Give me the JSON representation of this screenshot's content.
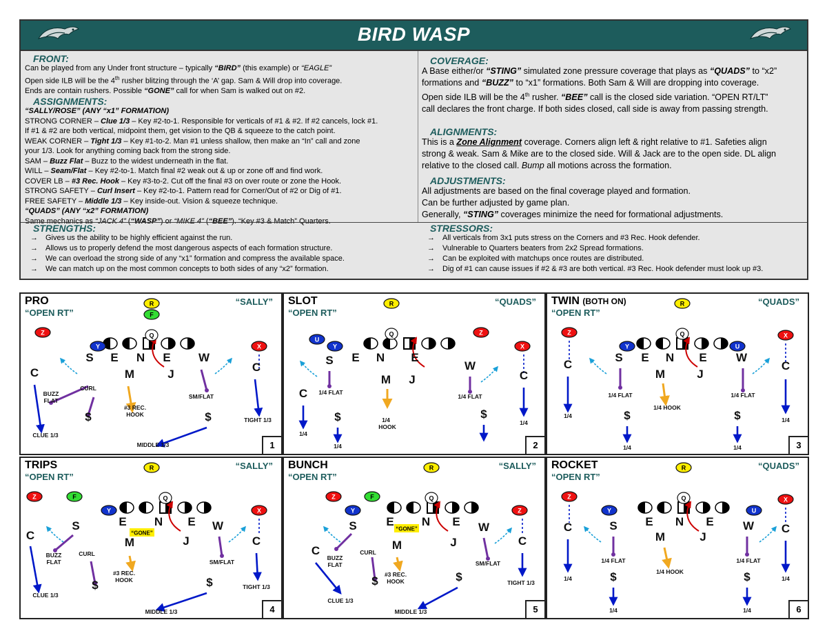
{
  "title": "BIRD WASP",
  "front": {
    "heading": "FRONT:",
    "lines": [
      [
        {
          "t": "Can be played from any Under front structure – typically "
        },
        {
          "t": "“BIRD”",
          "s": "bi"
        },
        {
          "t": " (this example) or "
        },
        {
          "t": "“EAGLE”",
          "s": "i"
        }
      ],
      [
        {
          "t": "Open side ILB will be the 4"
        },
        {
          "t": "th",
          "s": "sup"
        },
        {
          "t": " rusher blitzing through the ‘A’ gap. Sam & Will drop into coverage."
        }
      ],
      [
        {
          "t": "Ends are contain rushers. Possible "
        },
        {
          "t": "“GONE”",
          "s": "bi"
        },
        {
          "t": " call for when Sam is walked out on #2."
        }
      ]
    ]
  },
  "assignments": {
    "heading": "ASSIGNMENTS:",
    "lines": [
      [
        {
          "t": "“SALLY/ROSE” (ANY “x1” FORMATION)",
          "s": "bi"
        }
      ],
      [
        {
          "t": "STRONG CORNER – "
        },
        {
          "t": "Clue 1/3",
          "s": "bi"
        },
        {
          "t": " – Key #2-to-1. Responsible for verticals of #1 & #2. If #2 cancels, lock #1."
        }
      ],
      [
        {
          "t": "If #1 & #2 are both vertical, midpoint them, get vision to the QB & squeeze to the catch point."
        }
      ],
      [
        {
          "t": "WEAK CORNER – "
        },
        {
          "t": "Tight 1/3",
          "s": "bi"
        },
        {
          "t": " – Key #1-to-2. Man #1 unless shallow, then make an “In” call and zone"
        }
      ],
      [
        {
          "t": "your 1/3. Look for anything coming back from the strong side."
        }
      ],
      [
        {
          "t": "SAM – "
        },
        {
          "t": "Buzz Flat",
          "s": "bi"
        },
        {
          "t": " – Buzz to the widest underneath in the flat."
        }
      ],
      [
        {
          "t": "WILL – "
        },
        {
          "t": "Seam/Flat",
          "s": "bi"
        },
        {
          "t": " – Key #2-to-1. Match final #2 weak out & up or zone off and find work."
        }
      ],
      [
        {
          "t": "COVER LB – "
        },
        {
          "t": "#3 Rec. Hook",
          "s": "bi"
        },
        {
          "t": " – Key #3-to-2. Cut off the final #3 on over route or zone the Hook."
        }
      ],
      [
        {
          "t": "STRONG SAFETY – "
        },
        {
          "t": "Curl Insert",
          "s": "bi"
        },
        {
          "t": " – Key #2-to-1. Pattern read for Corner/Out of #2 or Dig of #1."
        }
      ],
      [
        {
          "t": "FREE SAFETY – "
        },
        {
          "t": "Middle 1/3",
          "s": "bi"
        },
        {
          "t": " – Key inside-out. Vision & squeeze technique."
        }
      ],
      [
        {
          "t": "“QUADS” (ANY “x2” FORMATION)",
          "s": "bi"
        }
      ],
      [
        {
          "t": "Same mechanics as "
        },
        {
          "t": "“JACK 4”",
          "s": "i"
        },
        {
          "t": " ("
        },
        {
          "t": "“WASP”",
          "s": "bi"
        },
        {
          "t": ") or "
        },
        {
          "t": "“MIKE 4”",
          "s": "i"
        },
        {
          "t": " ("
        },
        {
          "t": "“BEE”",
          "s": "bi"
        },
        {
          "t": "). “Key #3 & Match” Quarters."
        }
      ]
    ]
  },
  "coverage": {
    "heading": "COVERAGE:",
    "lines": [
      [
        {
          "t": "A Base either/or "
        },
        {
          "t": "“STING”",
          "s": "bi"
        },
        {
          "t": " simulated zone pressure coverage that plays as "
        },
        {
          "t": "“QUADS”",
          "s": "bi"
        },
        {
          "t": " to “x2”"
        }
      ],
      [
        {
          "t": "formations and "
        },
        {
          "t": "“BUZZ”",
          "s": "bi"
        },
        {
          "t": " to “x1” formations. Both Sam & Will are dropping into coverage."
        }
      ],
      [
        {
          "t": "Open side ILB will be the 4"
        },
        {
          "t": "th",
          "s": "sup"
        },
        {
          "t": " rusher. "
        },
        {
          "t": "“BEE”",
          "s": "bi"
        },
        {
          "t": " call is the closed side variation. “OPEN RT/LT”"
        }
      ],
      [
        {
          "t": "call declares the front charge. If both sides closed, call side is away from passing strength."
        }
      ]
    ]
  },
  "alignments": {
    "heading": "ALIGNMENTS:",
    "lines": [
      [
        {
          "t": "This is a "
        },
        {
          "t": "Zone Alignment",
          "s": "biu"
        },
        {
          "t": " coverage. Corners align left & right relative to #1. Safeties align"
        }
      ],
      [
        {
          "t": "strong & weak. Sam & Mike are to the closed side. Will & Jack are to the open side. DL align"
        }
      ],
      [
        {
          "t": "relative to the closed call. "
        },
        {
          "t": "Bump",
          "s": "i"
        },
        {
          "t": " all motions across the formation."
        }
      ]
    ]
  },
  "adjustments": {
    "heading": "ADJUSTMENTS:",
    "lines": [
      [
        {
          "t": "All adjustments are based on the final coverage played and formation."
        }
      ],
      [
        {
          "t": "Can be further adjusted by game plan."
        }
      ],
      [
        {
          "t": "Generally, "
        },
        {
          "t": "“STING”",
          "s": "bi"
        },
        {
          "t": " coverages minimize the need for formational adjustments."
        }
      ]
    ]
  },
  "strengths": {
    "heading": "STRENGTHS:",
    "items": [
      "Gives us the ability to be highly efficient against the run.",
      "Allows us to properly defend the most dangerous aspects of each formation structure.",
      "We can overload the strong side of any “x1” formation and compress the available space.",
      "We can match up on the most common concepts to both sides of any “x2” formation."
    ]
  },
  "stressors": {
    "heading": "STRESSORS:",
    "items": [
      "All verticals from 3x1 puts stress on the Corners and #3 Rec. Hook defender.",
      "Vulnerable to Quarters beaters from 2x2 Spread formations.",
      "Can be exploited with matchups once routes are distributed.",
      "Dig of #1 can cause issues if #2 & #3 are both vertical. #3 Rec. Hook defender must look up #3."
    ]
  },
  "bullet_glyph": "→",
  "colors": {
    "banner": "#1d5c5c",
    "heading": "#1d5c5c",
    "route": "#0018c8",
    "rush": "#cc0000",
    "purple": "#7030a0",
    "hook": "#f0a820",
    "cyan": "#1aa0d8"
  },
  "panels": [
    {
      "name": "PRO",
      "sub": "",
      "call": "“OPEN RT”",
      "cov": "“SALLY”",
      "num": "1",
      "recv": [
        {
          "l": "R",
          "c": "yellow"
        },
        {
          "l": "F",
          "c": "green"
        },
        {
          "l": "Z",
          "c": "red"
        },
        {
          "l": "X",
          "c": "red"
        },
        {
          "l": "Y",
          "c": "blue"
        },
        {
          "l": "Q",
          "c": "white"
        }
      ],
      "def": [
        "S",
        "E",
        "N",
        "E",
        "W",
        "C",
        "M",
        "J",
        "C",
        "$",
        "$"
      ],
      "labels": [
        "BUZZ",
        "FLAT",
        "CURL",
        "#3 REC.",
        "HOOK",
        "SM/FLAT",
        "TIGHT 1/3",
        "CLUE 1/3",
        "MIDDLE 1/3"
      ],
      "gone": ""
    },
    {
      "name": "SLOT",
      "sub": "",
      "call": "“OPEN RT”",
      "cov": "“QUADS”",
      "num": "2",
      "recv": [
        {
          "l": "R",
          "c": "yellow"
        },
        {
          "l": "Z",
          "c": "red"
        },
        {
          "l": "X",
          "c": "red"
        },
        {
          "l": "U",
          "c": "blue"
        },
        {
          "l": "Y",
          "c": "blue"
        },
        {
          "l": "Q",
          "c": "white"
        }
      ],
      "def": [
        "S",
        "E",
        "N",
        "E",
        "W",
        "M",
        "J",
        "C",
        "C",
        "$",
        "$"
      ],
      "labels": [
        "1/4 FLAT",
        "1/4",
        "HOOK",
        "1/4 FLAT",
        "1/4",
        "1/4",
        "1/4"
      ],
      "gone": ""
    },
    {
      "name": "TWIN",
      "sub": "(BOTH ON)",
      "call": "“OPEN RT”",
      "cov": "“QUADS”",
      "num": "3",
      "recv": [
        {
          "l": "R",
          "c": "yellow"
        },
        {
          "l": "Z",
          "c": "red"
        },
        {
          "l": "X",
          "c": "red"
        },
        {
          "l": "Y",
          "c": "blue"
        },
        {
          "l": "U",
          "c": "blue"
        },
        {
          "l": "Q",
          "c": "white"
        }
      ],
      "def": [
        "S",
        "E",
        "N",
        "E",
        "W",
        "M",
        "J",
        "C",
        "C",
        "$",
        "$"
      ],
      "labels": [
        "1/4 FLAT",
        "1/4 HOOK",
        "1/4 FLAT",
        "1/4",
        "1/4",
        "1/4",
        "1/4"
      ],
      "gone": ""
    },
    {
      "name": "TRIPS",
      "sub": "",
      "call": "“OPEN RT”",
      "cov": "“SALLY”",
      "num": "4",
      "recv": [
        {
          "l": "R",
          "c": "yellow"
        },
        {
          "l": "Z",
          "c": "red"
        },
        {
          "l": "F",
          "c": "green"
        },
        {
          "l": "X",
          "c": "red"
        },
        {
          "l": "Y",
          "c": "blue"
        },
        {
          "l": "Q",
          "c": "white"
        }
      ],
      "def": [
        "S",
        "E",
        "N",
        "E",
        "W",
        "C",
        "M",
        "J",
        "C",
        "$",
        "$"
      ],
      "labels": [
        "BUZZ",
        "FLAT",
        "CURL",
        "#3 REC.",
        "HOOK",
        "SM/FLAT",
        "TIGHT 1/3",
        "CLUE 1/3",
        "MIDDLE 1/3"
      ],
      "gone": "“GONE”"
    },
    {
      "name": "BUNCH",
      "sub": "",
      "call": "“OPEN RT”",
      "cov": "“SALLY”",
      "num": "5",
      "recv": [
        {
          "l": "R",
          "c": "yellow"
        },
        {
          "l": "Z",
          "c": "red"
        },
        {
          "l": "F",
          "c": "green"
        },
        {
          "l": "Z",
          "c": "red"
        },
        {
          "l": "Y",
          "c": "blue"
        },
        {
          "l": "Q",
          "c": "white"
        }
      ],
      "def": [
        "S",
        "E",
        "N",
        "E",
        "W",
        "C",
        "M",
        "J",
        "C",
        "$",
        "$"
      ],
      "labels": [
        "BUZZ",
        "FLAT",
        "CURL",
        "#3 REC.",
        "HOOK",
        "SM/FLAT",
        "TIGHT 1/3",
        "CLUE 1/3",
        "MIDDLE 1/3"
      ],
      "gone": "“GONE”"
    },
    {
      "name": "ROCKET",
      "sub": "",
      "call": "“OPEN RT”",
      "cov": "“QUADS”",
      "num": "6",
      "recv": [
        {
          "l": "R",
          "c": "yellow"
        },
        {
          "l": "Z",
          "c": "red"
        },
        {
          "l": "X",
          "c": "red"
        },
        {
          "l": "Y",
          "c": "blue"
        },
        {
          "l": "U",
          "c": "blue"
        },
        {
          "l": "Q",
          "c": "white"
        }
      ],
      "def": [
        "S",
        "E",
        "N",
        "E",
        "W",
        "M",
        "J",
        "C",
        "C",
        "$",
        "$"
      ],
      "labels": [
        "1/4 FLAT",
        "1/4 HOOK",
        "1/4 FLAT",
        "1/4",
        "1/4",
        "1/4",
        "1/4"
      ],
      "gone": ""
    }
  ]
}
